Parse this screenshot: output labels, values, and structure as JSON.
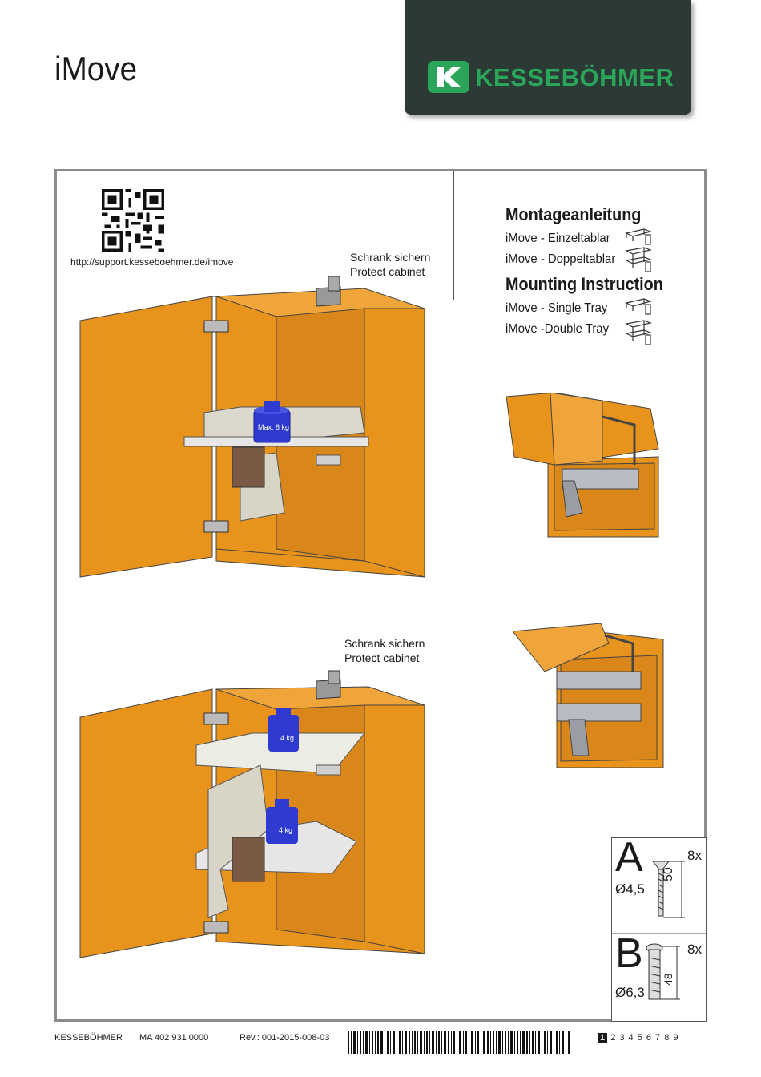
{
  "header": {
    "title": "iMove",
    "brand": "KESSEBÖHMER",
    "brand_color": "#2aa55a",
    "logo_bg": "#2c3a36"
  },
  "support": {
    "url": "http://support.kesseboehmer.de/imove",
    "qr_icon": "qr-code"
  },
  "headings": {
    "de": "Montageanleitung",
    "en": "Mounting Instruction"
  },
  "items": {
    "de_single": "iMove - Einzeltablar",
    "de_double": "iMove - Doppeltablar",
    "en_single": "iMove - Single Tray",
    "en_double": "iMove -Double Tray"
  },
  "illustrations": {
    "top": {
      "protect_de": "Schrank sichern",
      "protect_en": "Protect cabinet",
      "weight": "Max. 8 kg"
    },
    "bottom": {
      "protect_de": "Schrank sichern",
      "protect_en": "Protect cabinet",
      "weight_upper": "4 kg",
      "weight_lower": "4 kg"
    },
    "cabinet_color": "#e8931c",
    "weight_color": "#2e3ad0"
  },
  "parts": {
    "a": {
      "letter": "A",
      "qty": "8x",
      "diameter": "Ø4,5",
      "length": "50"
    },
    "b": {
      "letter": "B",
      "qty": "8x",
      "diameter": "Ø6,3",
      "length": "48"
    }
  },
  "footer": {
    "brand": "KESSEBÖHMER",
    "doc_number": "MA 402 931 0000",
    "revision": "Rev.: 001-2015-008-03",
    "current_page": "1",
    "other_pages": "2 3 4 5 6 7 8 9"
  }
}
